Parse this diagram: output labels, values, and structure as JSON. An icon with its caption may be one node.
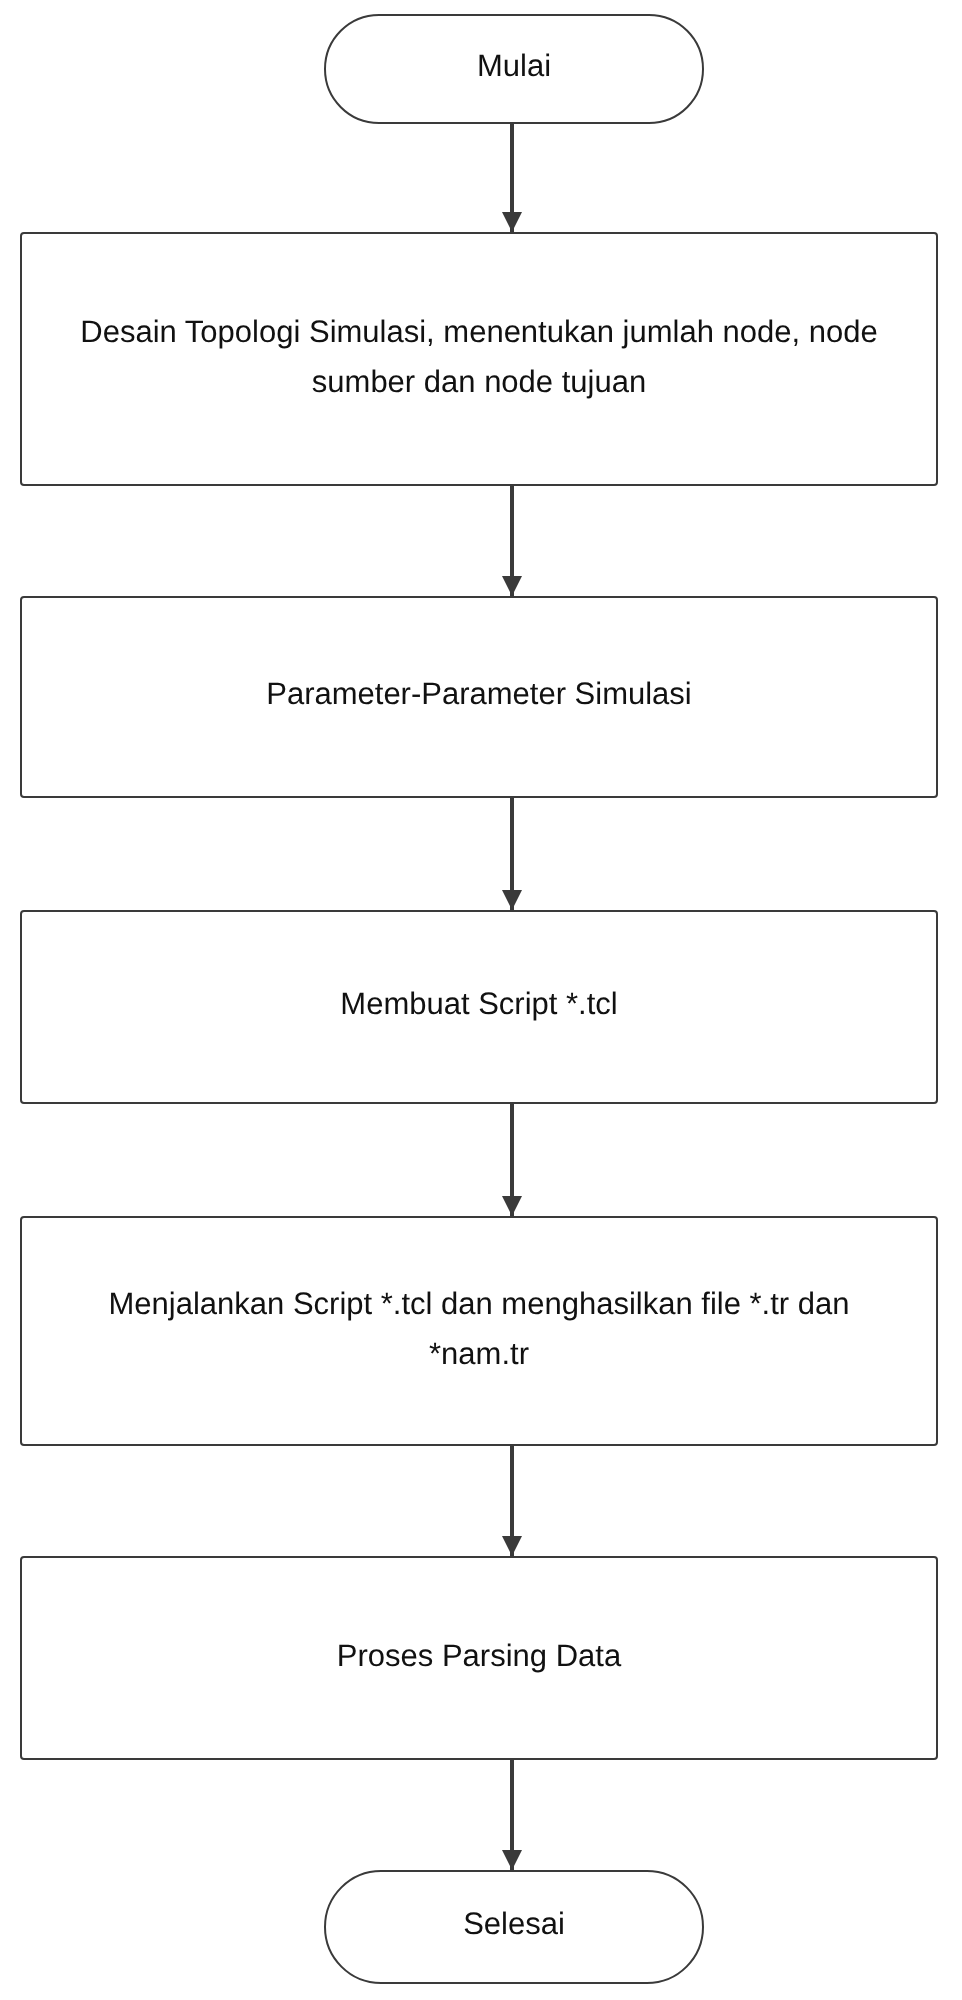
{
  "diagram": {
    "nodes": [
      {
        "text": [
          "Mulai"
        ]
      },
      {
        "text": [
          "Desain Topologi Simulasi, menentukan jumlah node, node sumber dan node tujuan"
        ]
      },
      {
        "text": [
          "Parameter-Parameter Simulasi"
        ]
      },
      {
        "text": [
          "Membuat Script *.tcl"
        ]
      },
      {
        "text": [
          "Menjalankan Script *.tcl dan menghasilkan file *.tr dan *nam.tr"
        ]
      },
      {
        "text": [
          "Proses Parsing Data"
        ]
      },
      {
        "text": [
          "Selesai"
        ]
      }
    ],
    "edges": [
      {
        "from": 0,
        "to": 1,
        "arrow": "to"
      },
      {
        "from": 1,
        "to": 2,
        "arrow": "to"
      },
      {
        "from": 2,
        "to": 3,
        "arrow": "to"
      },
      {
        "from": 3,
        "to": 4,
        "arrow": "to"
      },
      {
        "from": 4,
        "to": 5,
        "arrow": "to"
      },
      {
        "from": 5,
        "to": 6,
        "arrow": "to"
      }
    ]
  }
}
